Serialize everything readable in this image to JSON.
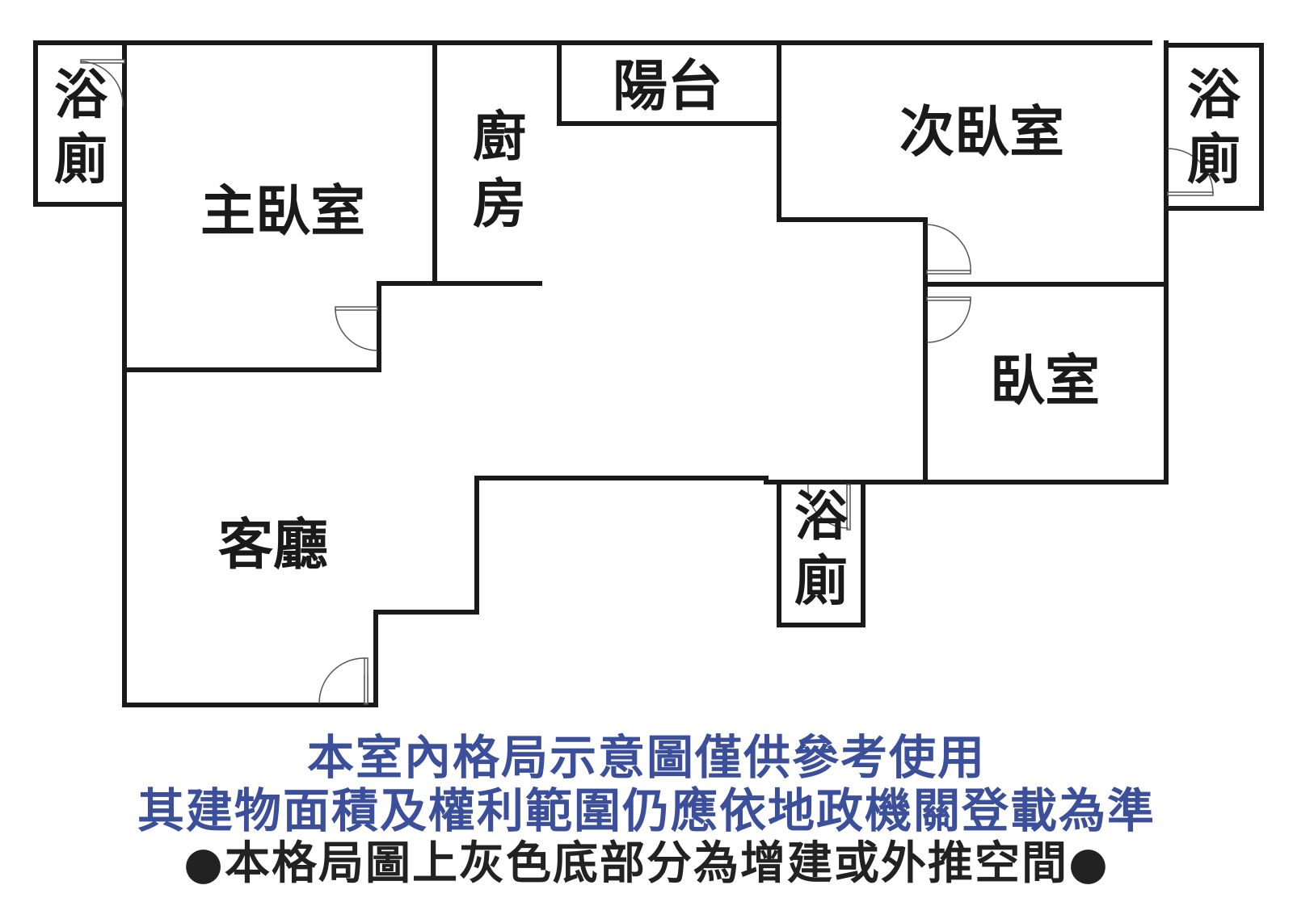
{
  "colors": {
    "wall": "#1a1a1a",
    "label": "#1a1a1a",
    "note_blue": "#3c4f9a",
    "note_dark": "#222222"
  },
  "rooms": {
    "bath_left": {
      "label": "浴廁",
      "chars": [
        "浴",
        "廁"
      ]
    },
    "master_bedroom": {
      "label": "主臥室"
    },
    "kitchen": {
      "label": "廚房",
      "chars": [
        "廚",
        "房"
      ]
    },
    "balcony": {
      "label": "陽台"
    },
    "second_bedroom": {
      "label": "次臥室"
    },
    "bath_right": {
      "label": "浴廁",
      "chars": [
        "浴",
        "廁"
      ]
    },
    "bedroom": {
      "label": "臥室"
    },
    "bath_middle": {
      "label": "浴廁",
      "chars": [
        "浴",
        "廁"
      ]
    },
    "living_room": {
      "label": "客廳"
    }
  },
  "notes": {
    "line1": "本室內格局示意圖僅供參考使用",
    "line2": "其建物面積及權利範圍仍應依地政機關登載為準",
    "line3": "●本格局圖上灰色底部分為增建或外推空間●"
  }
}
